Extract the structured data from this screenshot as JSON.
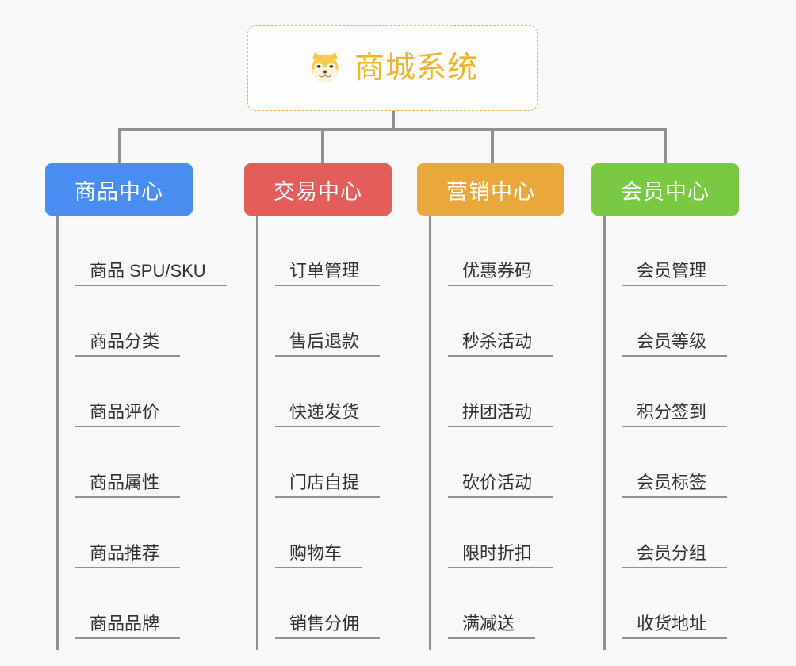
{
  "root": {
    "title": "商城系统",
    "icon": "shiba-dog-icon",
    "title_color": "#f0b429",
    "border_color": "#e8b852"
  },
  "connector_color": "#909090",
  "background_color": "#f8f8f8",
  "branches": [
    {
      "label": "商品中心",
      "color": "#4a8df0",
      "items": [
        "商品 SPU/SKU",
        "商品分类",
        "商品评价",
        "商品属性",
        "商品推荐",
        "商品品牌"
      ]
    },
    {
      "label": "交易中心",
      "color": "#e35d5b",
      "items": [
        "订单管理",
        "售后退款",
        "快递发货",
        "门店自提",
        "购物车",
        "销售分佣"
      ]
    },
    {
      "label": "营销中心",
      "color": "#eaa83c",
      "items": [
        "优惠券码",
        "秒杀活动",
        "拼团活动",
        "砍价活动",
        "限时折扣",
        "满减送"
      ]
    },
    {
      "label": "会员中心",
      "color": "#7ac943",
      "items": [
        "会员管理",
        "会员等级",
        "积分签到",
        "会员标签",
        "会员分组",
        "收货地址"
      ]
    }
  ],
  "layout": {
    "box_lefts": [
      57,
      308,
      526,
      746
    ],
    "box_widths": [
      186,
      186,
      186,
      186
    ],
    "drop_lefts": [
      149,
      405,
      619,
      837
    ],
    "trunk_lefts": [
      71,
      323,
      541,
      761
    ],
    "trunk_height": 548
  }
}
